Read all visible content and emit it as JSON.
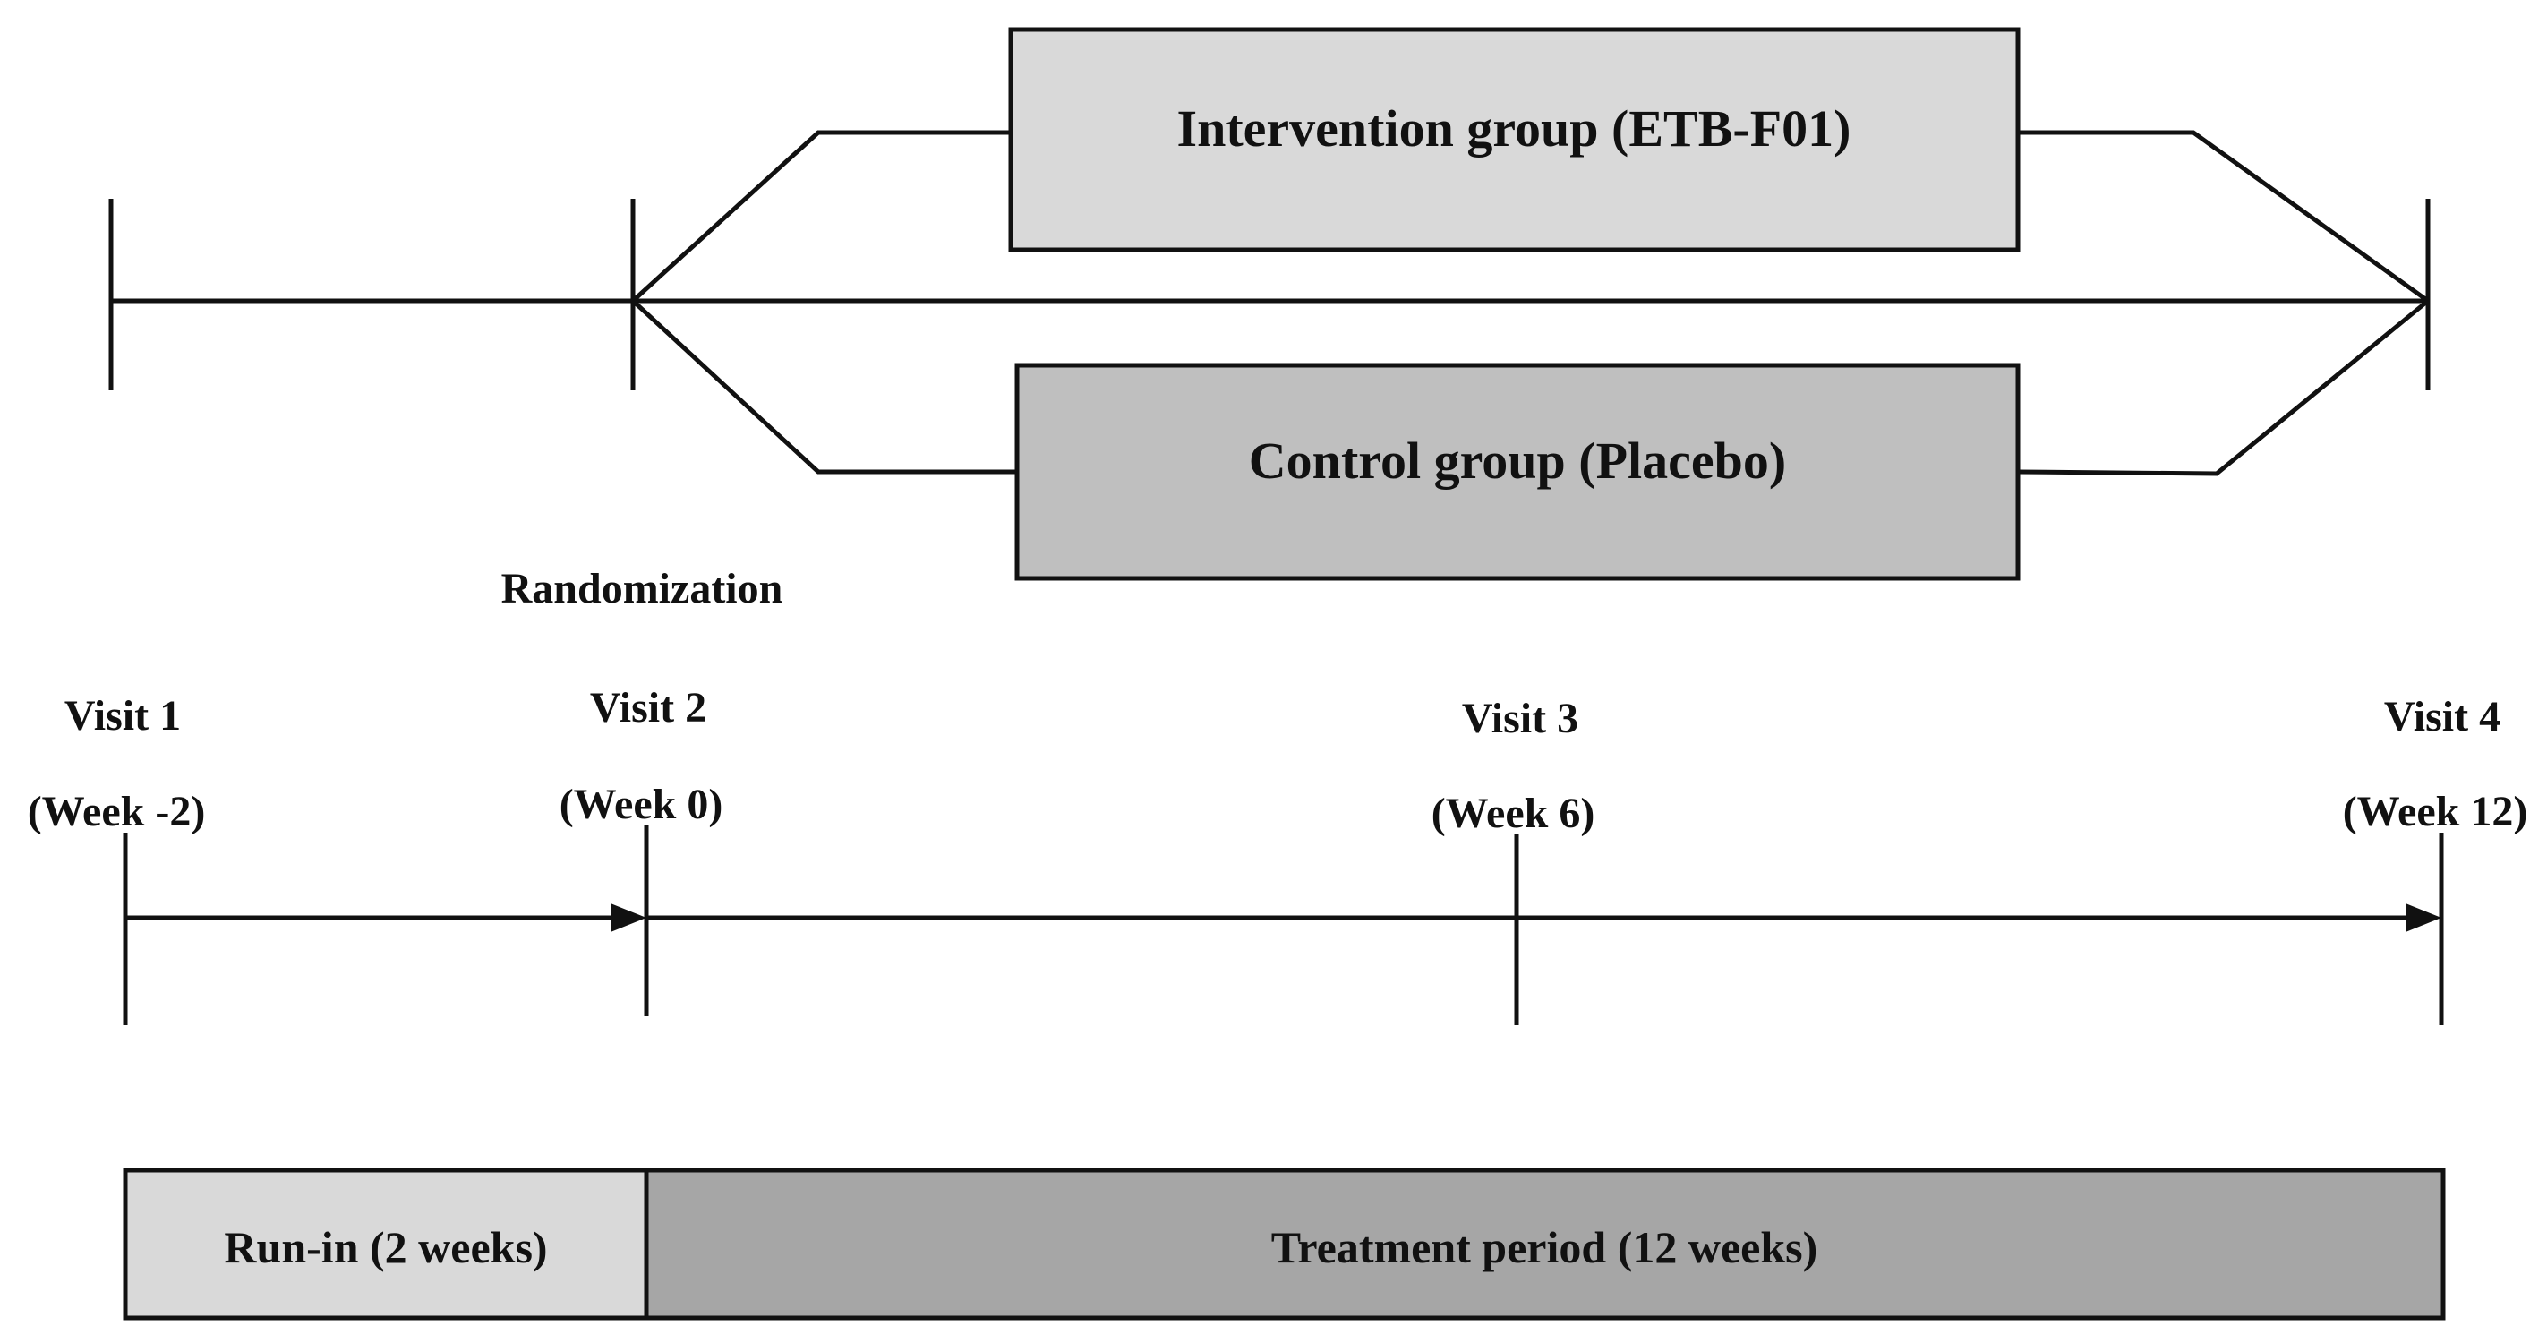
{
  "colors": {
    "line": "#111111",
    "intervention_fill": "#d9d9d9",
    "control_fill": "#bfbfbf",
    "runin_fill": "#d9d9d9",
    "treatment_fill": "#a6a6a6",
    "text": "#111111"
  },
  "groups": {
    "intervention": "Intervention group (ETB-F01)",
    "control": "Control group (Placebo)"
  },
  "randomization": "Randomization",
  "visits": [
    {
      "label": "Visit 1",
      "week": "(Week -2)"
    },
    {
      "label": "Visit 2",
      "week": "(Week 0)"
    },
    {
      "label": "Visit 3",
      "week": "(Week 6)"
    },
    {
      "label": "Visit 4",
      "week": "(Week 12)"
    }
  ],
  "periods": {
    "runin": "Run-in (2 weeks)",
    "treatment": "Treatment period (12 weeks)"
  }
}
